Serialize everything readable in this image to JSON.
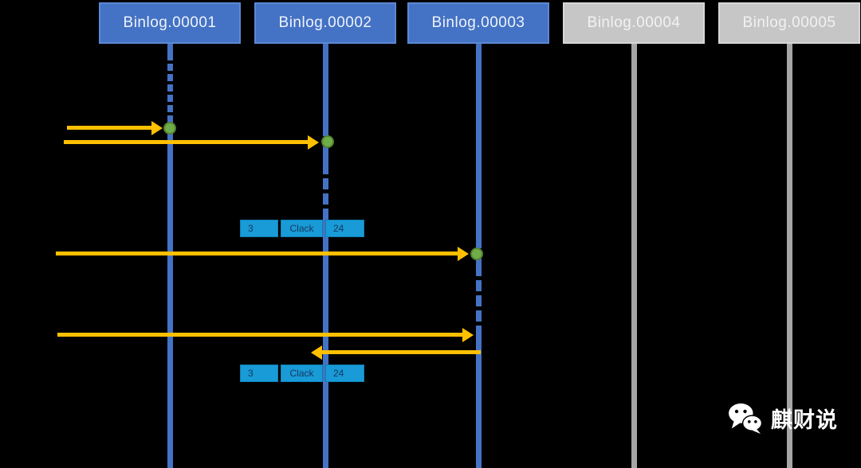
{
  "headers": [
    {
      "label": "Binlog.00001",
      "state": "active"
    },
    {
      "label": "Binlog.00002",
      "state": "active"
    },
    {
      "label": "Binlog.00003",
      "state": "active"
    },
    {
      "label": "Binlog.00004",
      "state": "inactive"
    },
    {
      "label": "Binlog.00005",
      "state": "inactive"
    }
  ],
  "events": [
    {
      "cells": [
        "3",
        "Clack",
        "24"
      ]
    },
    {
      "cells": [
        "3",
        "Clack",
        "24"
      ]
    }
  ],
  "watermark": {
    "label": "麒财说",
    "icon": "wechat-icon"
  },
  "colors": {
    "background": "#000000",
    "active_box": "#4472C4",
    "inactive_box": "#C6C6C6",
    "lifeline_blue": "#4472C4",
    "lifeline_gray": "#A6A6A6",
    "arrow": "#FFC000",
    "commit_dot": "#6FAD47",
    "event_cell": "#189BD7",
    "event_cell_text": "#17375E"
  }
}
